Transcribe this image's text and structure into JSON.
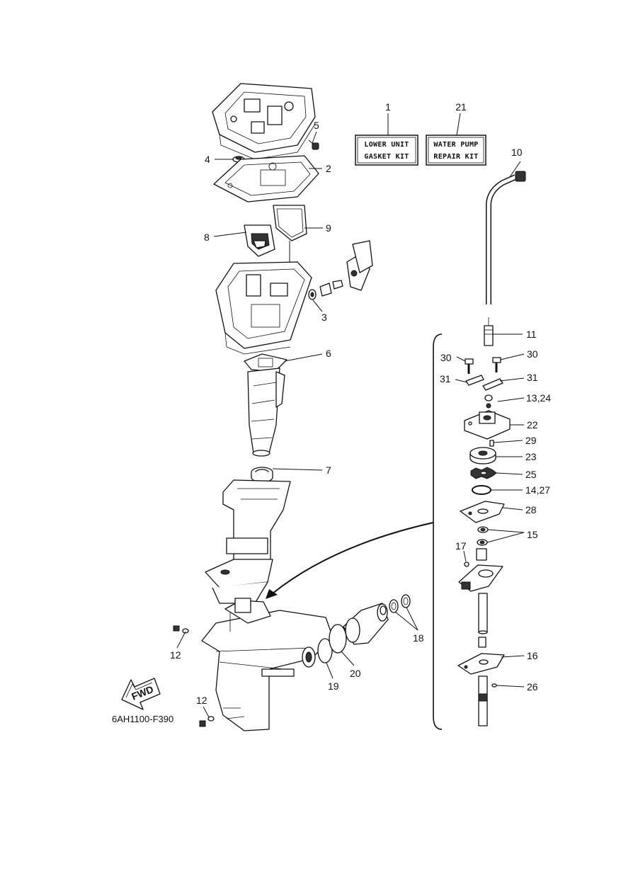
{
  "diagram_code": "6AH1100-F390",
  "fwd_label": "FWD",
  "kits": [
    {
      "number": "1",
      "line1": "LOWER UNIT",
      "line2": "GASKET KIT"
    },
    {
      "number": "21",
      "line1": "WATER PUMP",
      "line2": "REPAIR KIT"
    }
  ],
  "callouts": {
    "c2": "2",
    "c3": "3",
    "c4": "4",
    "c5": "5",
    "c6": "6",
    "c7": "7",
    "c8": "8",
    "c9": "9",
    "c10": "10",
    "c11": "11",
    "c12a": "12",
    "c12b": "12",
    "c13_24": "13,24",
    "c14_27": "14,27",
    "c15": "15",
    "c16": "16",
    "c17": "17",
    "c18": "18",
    "c19": "19",
    "c20": "20",
    "c22": "22",
    "c23": "23",
    "c25": "25",
    "c26": "26",
    "c28": "28",
    "c29": "29",
    "c30a": "30",
    "c30b": "30",
    "c31a": "31",
    "c31b": "31"
  }
}
